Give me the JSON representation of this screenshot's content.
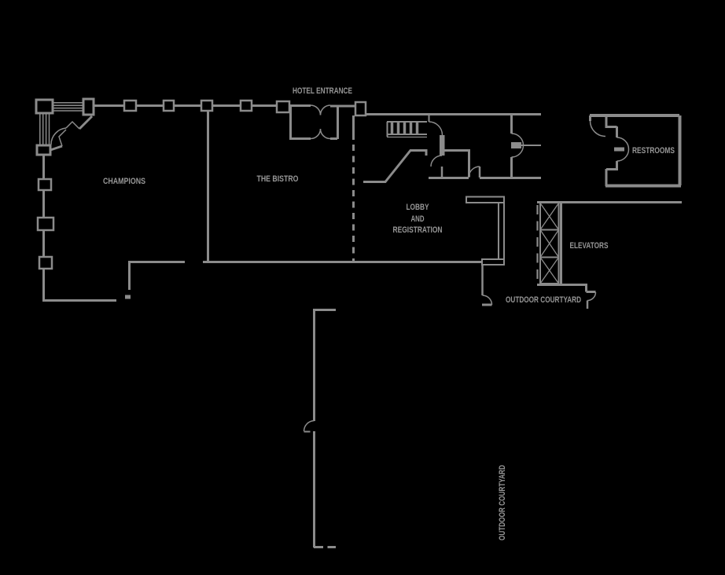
{
  "canvas": {
    "background": "#000000",
    "wall_color": "#8b8b8b",
    "label_color": "#979797"
  },
  "plan": {
    "hotel_entrance": "HOTEL ENTRANCE",
    "champions": "CHAMPIONS",
    "the_bistro": "THE BISTRO",
    "lobby_line1": "LOBBY",
    "lobby_line2": "AND",
    "lobby_line3": "REGISTRATION",
    "restrooms": "RESTROOMS",
    "elevators": "ELEVATORS",
    "outdoor_courtyard_east": "OUTDOOR COURTYARD",
    "outdoor_courtyard_south": "OUTDOOR COURTYARD"
  }
}
